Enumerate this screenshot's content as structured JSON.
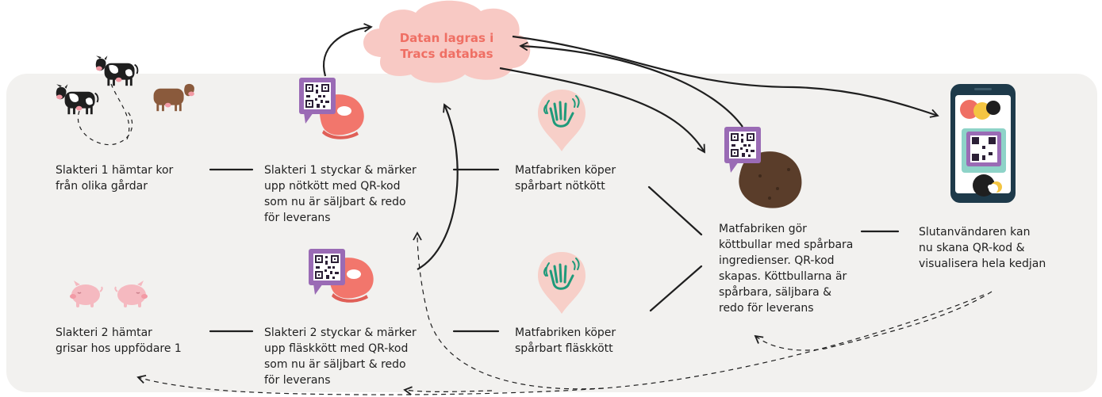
{
  "cloud": {
    "text": "Datan lagras i\nTracs databas"
  },
  "nodes": {
    "slakteri1_farms": "Slakteri 1 hämtar kor\nfrån olika gårdar",
    "slakteri1_cut": "Slakteri 1 styckar & märker\nupp nötkött med QR-kod\nsom nu är säljbart & redo\nför leverans",
    "factory_beef": "Matfabriken köper\nspårbart nötkött",
    "slakteri2_farms": "Slakteri 2 hämtar\ngrisar hos uppfödare 1",
    "slakteri2_cut": "Slakteri 2 styckar & märker\nupp fläskkött med QR-kod\nsom nu är säljbart & redo\nför leverans",
    "factory_pork": "Matfabriken köper\nspårbart fläskkött",
    "factory_meatballs": "Matfabriken gör\nköttbullar med spårbara\ningredienser. QR-kod\nskapas. Köttbullarna är\nspårbara, säljbara &\nredo för leverans",
    "end_user": "Slutanvändaren kan\nnu skana QR-kod &\nvisualisera hela kedjan"
  },
  "colors": {
    "panel": "#f2f1ef",
    "cloud": "#f8c9c4",
    "cloud_text": "#ef6f64",
    "meat": "#f2766c",
    "qr": "#9a6bb5",
    "pin": "#f7cfc8",
    "hand": "#1f9a7a",
    "pig": "#f5b9c0",
    "phone": "#1e3a4a"
  },
  "icons": [
    "cow-icon",
    "pig-icon",
    "meat-icon",
    "qr-code-icon",
    "hand-wave-icon",
    "meatball-icon",
    "phone-icon",
    "cloud-icon"
  ]
}
